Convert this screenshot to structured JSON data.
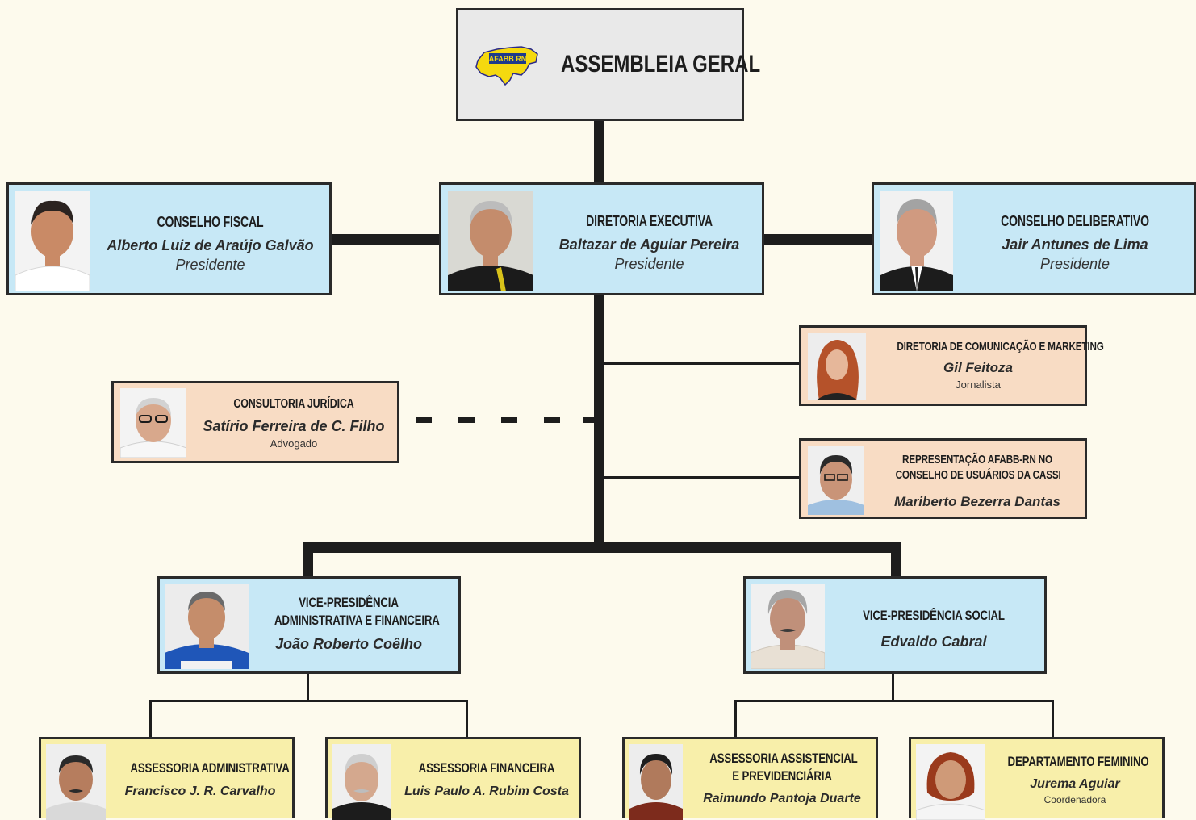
{
  "assembly": {
    "title": "ASSEMBLEIA GERAL",
    "logo_text": "AFABB RN"
  },
  "conselho_fiscal": {
    "unit": "CONSELHO FISCAL",
    "name": "Alberto Luiz de Araújo Galvão",
    "role": "Presidente"
  },
  "diretoria_executiva": {
    "unit": "DIRETORIA EXECUTIVA",
    "name": "Baltazar de Aguiar Pereira",
    "role": "Presidente"
  },
  "conselho_deliberativo": {
    "unit": "CONSELHO DELIBERATIVO",
    "name": "Jair Antunes de Lima",
    "role": "Presidente"
  },
  "comunicacao": {
    "unit": "DIRETORIA DE COMUNICAÇÃO E MARKETING",
    "name": "Gil Feitoza",
    "role": "Jornalista"
  },
  "consultoria": {
    "unit": "CONSULTORIA JURÍDICA",
    "name": "Satírio Ferreira de C. Filho",
    "role": "Advogado"
  },
  "cassi": {
    "unit_line1": "REPRESENTAÇÃO AFABB-RN NO",
    "unit_line2": "CONSELHO DE USUÁRIOS DA CASSI",
    "name": "Mariberto Bezerra Dantas"
  },
  "vp_adm": {
    "unit_line1": "VICE-PRESIDÊNCIA",
    "unit_line2": "ADMINISTRATIVA E FINANCEIRA",
    "name": "João Roberto Coêlho"
  },
  "vp_social": {
    "unit": "VICE-PRESIDÊNCIA SOCIAL",
    "name": "Edvaldo Cabral"
  },
  "ass_adm": {
    "unit": "ASSESSORIA ADMINISTRATIVA",
    "name": "Francisco J. R. Carvalho"
  },
  "ass_fin": {
    "unit": "ASSESSORIA FINANCEIRA",
    "name": "Luis Paulo A. Rubim Costa"
  },
  "ass_assist": {
    "unit_line1": "ASSESSORIA ASSISTENCIAL",
    "unit_line2": "E PREVIDENCIÁRIA",
    "name": "Raimundo Pantoja Duarte"
  },
  "dep_feminino": {
    "unit": "DEPARTAMENTO FEMININO",
    "name": "Jurema Aguiar",
    "role": "Coordenadora"
  },
  "colors": {
    "blue_box": "#c7e8f6",
    "peach_box": "#f8dcc4",
    "yellow_box": "#f8efaa",
    "grey_box": "#e9e9e9",
    "background": "#fdfaed",
    "logo_yellow": "#f5d90f"
  }
}
